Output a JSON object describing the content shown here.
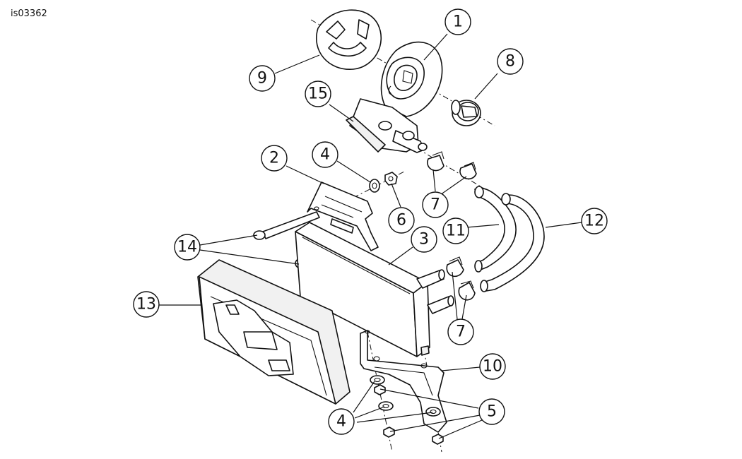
{
  "diagram_ref": "is03362",
  "callouts": [
    {
      "id": "c1",
      "label": "1"
    },
    {
      "id": "c2",
      "label": "2"
    },
    {
      "id": "c3",
      "label": "3"
    },
    {
      "id": "c4a",
      "label": "4"
    },
    {
      "id": "c4b",
      "label": "4"
    },
    {
      "id": "c5",
      "label": "5"
    },
    {
      "id": "c6",
      "label": "6"
    },
    {
      "id": "c7a",
      "label": "7"
    },
    {
      "id": "c7b",
      "label": "7"
    },
    {
      "id": "c8",
      "label": "8"
    },
    {
      "id": "c9",
      "label": "9"
    },
    {
      "id": "c10",
      "label": "10"
    },
    {
      "id": "c11",
      "label": "11"
    },
    {
      "id": "c12",
      "label": "12"
    },
    {
      "id": "c13",
      "label": "13"
    },
    {
      "id": "c14",
      "label": "14"
    },
    {
      "id": "c15",
      "label": "15"
    }
  ]
}
